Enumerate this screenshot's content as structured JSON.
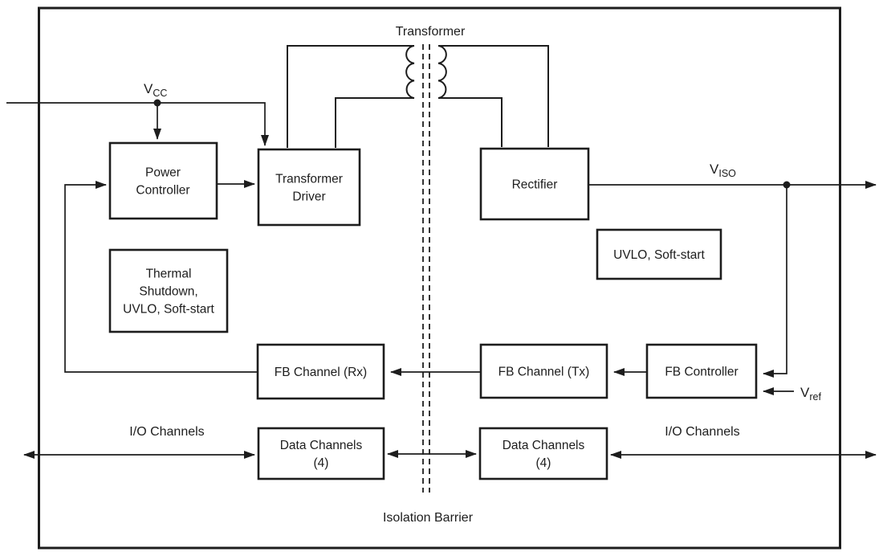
{
  "colors": {
    "ink": "#1d1d1d",
    "background": "#ffffff"
  },
  "labels": {
    "transformer": "Transformer",
    "isolation_barrier": "Isolation Barrier",
    "io_channels_left": "I/O Channels",
    "io_channels_right": "I/O Channels",
    "vcc_main": "V",
    "vcc_sub": "CC",
    "viso_main": "V",
    "viso_sub": "ISO",
    "vref_main": "V",
    "vref_sub": "ref"
  },
  "blocks": {
    "power_controller": {
      "lines": [
        "Power",
        "Controller"
      ]
    },
    "transformer_driver": {
      "lines": [
        "Transformer",
        "Driver"
      ]
    },
    "rectifier": {
      "lines": [
        "Rectifier"
      ]
    },
    "uvlo_soft_start": {
      "lines": [
        "UVLO, Soft-start"
      ]
    },
    "thermal_shutdown": {
      "lines": [
        "Thermal",
        "Shutdown,",
        "UVLO, Soft-start"
      ]
    },
    "fb_channel_rx": {
      "lines": [
        "FB Channel (Rx)"
      ]
    },
    "fb_channel_tx": {
      "lines": [
        "FB Channel (Tx)"
      ]
    },
    "fb_controller": {
      "lines": [
        "FB Controller"
      ]
    },
    "data_channels_left": {
      "lines": [
        "Data Channels",
        "(4)"
      ]
    },
    "data_channels_right": {
      "lines": [
        "Data Channels",
        "(4)"
      ]
    }
  }
}
